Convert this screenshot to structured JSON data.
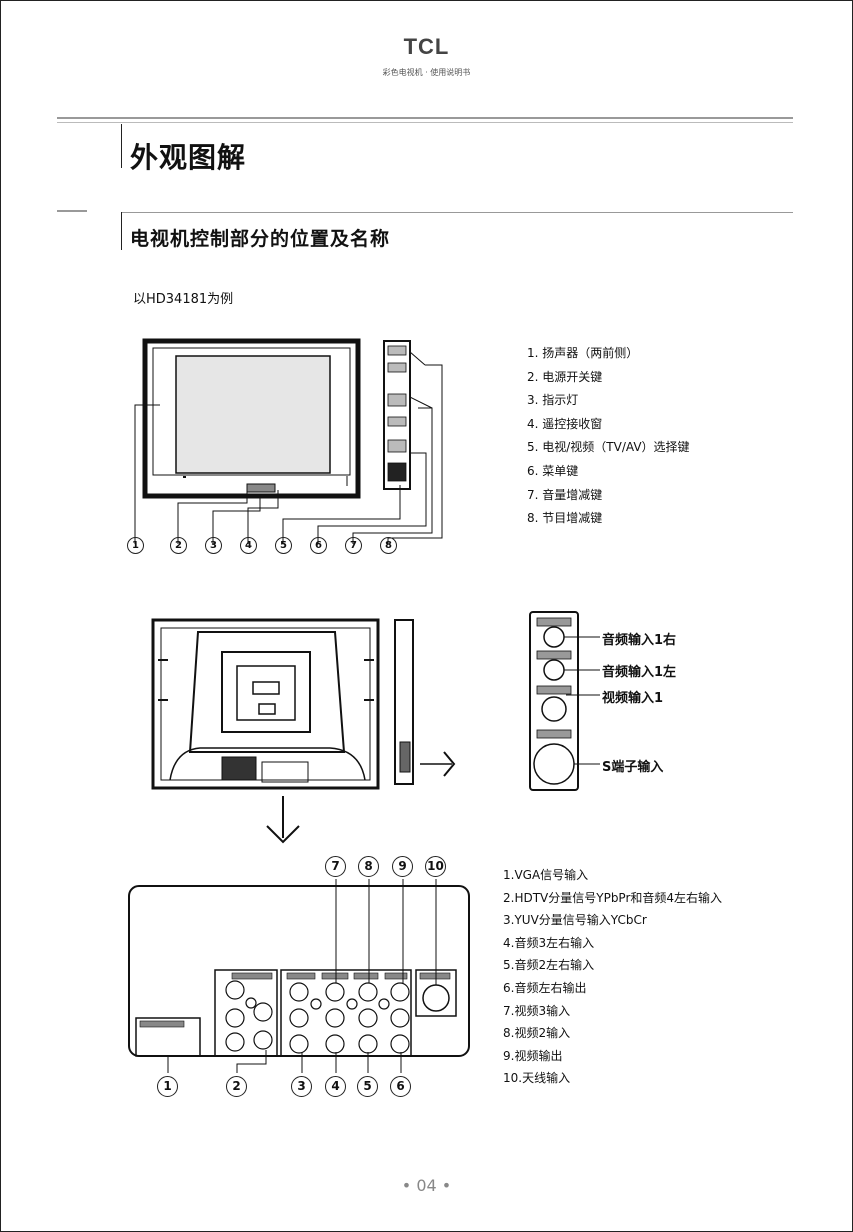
{
  "header": {
    "brand": "TCL",
    "subtitle": "彩色电视机 · 使用说明书"
  },
  "section_title": "外观图解",
  "subsection_title": "电视机控制部分的位置及名称",
  "example_label": "以HD34181为例",
  "front_labels": [
    "1. 扬声器（两前侧）",
    "2. 电源开关键",
    "3. 指示灯",
    "4. 遥控接收窗",
    "5. 电视/视频（TV/AV）选择键",
    "6. 菜单键",
    "7. 音量增减键",
    "8. 节目增减键"
  ],
  "front_callouts": [
    "1",
    "2",
    "3",
    "4",
    "5",
    "6",
    "7",
    "8"
  ],
  "side_panel_labels": [
    "音频输入1右",
    "音频输入1左",
    "视频输入1",
    "S端子输入"
  ],
  "rear_labels": [
    "1.VGA信号输入",
    "2.HDTV分量信号YPbPr和音频4左右输入",
    "3.YUV分量信号输入YCbCr",
    "4.音频3左右输入",
    "5.音频2左右输入",
    "6.音频左右输出",
    "7.视频3输入",
    "8.视频2输入",
    "9.视频输出",
    "10.天线输入"
  ],
  "rear_top_callouts": [
    "7",
    "8",
    "9",
    "10"
  ],
  "rear_bottom_callouts": [
    "1",
    "2",
    "3",
    "4",
    "5",
    "6"
  ],
  "page_number": "• 04 •"
}
